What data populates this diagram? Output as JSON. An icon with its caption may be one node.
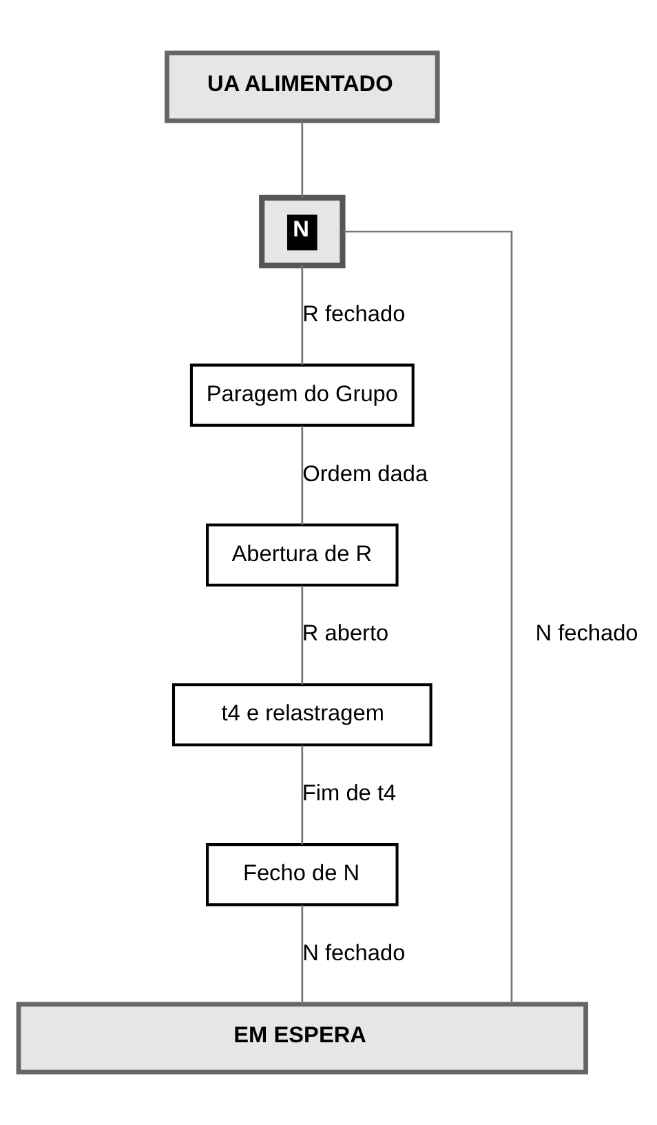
{
  "diagram": {
    "nodes": [
      {
        "text": [
          "UA ALIMENTADO"
        ]
      },
      {
        "text": [
          "N"
        ]
      },
      {
        "text": [
          "Paragem do Grupo"
        ]
      },
      {
        "text": [
          "Abertura de R"
        ]
      },
      {
        "text": [
          "t4 e relastragem"
        ]
      },
      {
        "text": [
          "Fecho de N"
        ]
      },
      {
        "text": [
          "EM ESPERA"
        ]
      }
    ],
    "edges": [
      {
        "from": 0,
        "to": 1,
        "arrow": "none"
      },
      {
        "from": 1,
        "to": 2,
        "arrow": "none",
        "label": "R fechado"
      },
      {
        "from": 1,
        "to": 6,
        "arrow": "none",
        "label": "N fechado"
      },
      {
        "from": 2,
        "to": 3,
        "arrow": "none",
        "label": "Ordem dada"
      },
      {
        "from": 3,
        "to": 4,
        "arrow": "none",
        "label": "R aberto"
      },
      {
        "from": 4,
        "to": 5,
        "arrow": "none",
        "label": "Fim de t4"
      },
      {
        "from": 5,
        "to": 6,
        "arrow": "none",
        "label": "N fechado"
      }
    ]
  }
}
